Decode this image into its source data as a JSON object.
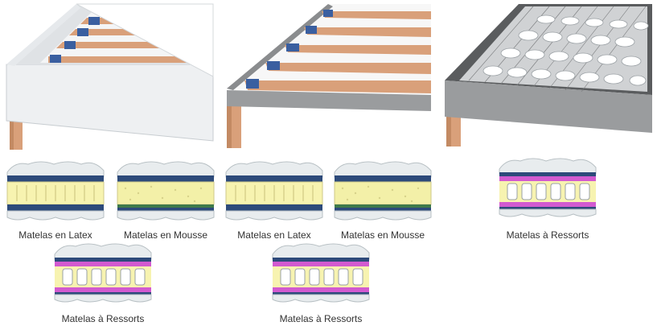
{
  "bases": [
    {
      "name": "sommier-tapissier-latte-recouvert"
    },
    {
      "name": "sommier-lattes-cadre-metal"
    },
    {
      "name": "sommier-ressorts"
    }
  ],
  "captions": {
    "latex_1": "Matelas en Latex",
    "mousse_1": "Matelas en Mousse",
    "latex_2": "Matelas en Latex",
    "mousse_2": "Matelas en Mousse",
    "ressorts_1": "Matelas à Ressorts",
    "ressorts_2": "Matelas à Ressorts",
    "ressorts_3": "Matelas à Ressorts"
  },
  "colors": {
    "slat": "#d9a07a",
    "slat_dark": "#b97a55",
    "strap": "#3a5fa0",
    "leg": "#d9a07a",
    "latex": "#f7f3b0",
    "mousse": "#f3f0a8",
    "ressort_pink": "#d25ad0",
    "cover": "#e8ecee",
    "navy": "#2d4a7a"
  }
}
